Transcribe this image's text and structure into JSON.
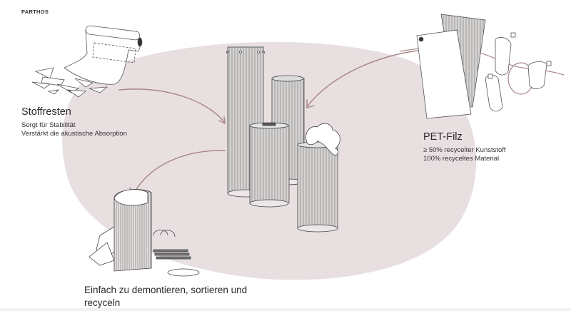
{
  "brand": "PARTHOS",
  "colors": {
    "blob": "#e8dfe0",
    "arrow": "#a88588",
    "line_art": "#4a4a4a",
    "text": "#2a2a2a"
  },
  "materials": [
    {
      "title": "Stoffresten",
      "lines": [
        "Sorgt für Stabilität",
        "Verstärkt die akustische Absorption"
      ],
      "icon": "fabric-scraps-illustration"
    },
    {
      "title": "PET-Filz",
      "lines": [
        "≥ 50% recycelter Kunststoff",
        "100% recyceltes Material"
      ],
      "icon": "pet-felt-bottles-illustration"
    }
  ],
  "end_of_life": {
    "title_line1": "Einfach zu demontieren, sortieren und",
    "title_line2": "recyceln",
    "icon": "disassembled-column-illustration"
  },
  "center": {
    "icon": "acoustic-columns-illustration"
  }
}
